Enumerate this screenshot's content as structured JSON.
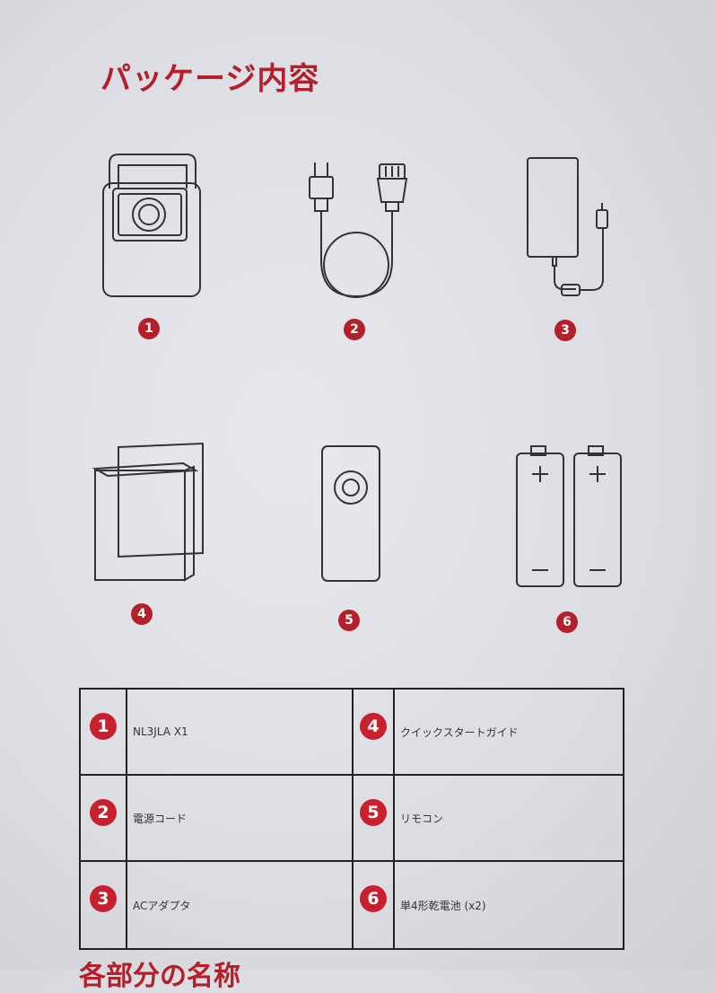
{
  "page": {
    "title": "パッケージ内容",
    "footer_title": "各部分の名称"
  },
  "items": [
    {
      "number": "1",
      "icon": "projector-icon"
    },
    {
      "number": "2",
      "icon": "power-cord-icon"
    },
    {
      "number": "3",
      "icon": "ac-adapter-icon"
    },
    {
      "number": "4",
      "icon": "quick-start-guide-icon"
    },
    {
      "number": "5",
      "icon": "remote-control-icon"
    },
    {
      "number": "6",
      "icon": "batteries-icon"
    }
  ],
  "table": {
    "rows": [
      {
        "left_num": "1",
        "left_text": "NL3JLA X1",
        "right_num": "4",
        "right_text": "クイックスタートガイド"
      },
      {
        "left_num": "2",
        "left_text": "電源コード",
        "right_num": "5",
        "right_text": "リモコン"
      },
      {
        "left_num": "3",
        "left_text": "ACアダプタ",
        "right_num": "6",
        "right_text": "単4形乾電池 (x2)"
      }
    ]
  },
  "colors": {
    "accent": "#b3202a",
    "line": "#333333",
    "background": "#dfe0e6"
  }
}
